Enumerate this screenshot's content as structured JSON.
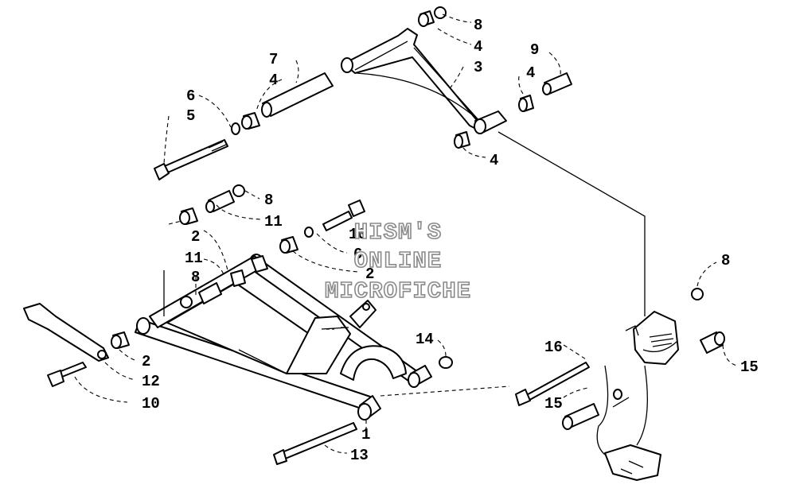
{
  "callouts": [
    {
      "label": "8"
    },
    {
      "label": "4"
    },
    {
      "label": "7"
    },
    {
      "label": "4"
    },
    {
      "label": "3"
    },
    {
      "label": "9"
    },
    {
      "label": "4"
    },
    {
      "label": "6"
    },
    {
      "label": "5"
    },
    {
      "label": "4"
    },
    {
      "label": "8"
    },
    {
      "label": "11"
    },
    {
      "label": "2"
    },
    {
      "label": "10"
    },
    {
      "label": "6"
    },
    {
      "label": "2"
    },
    {
      "label": "11"
    },
    {
      "label": "8"
    },
    {
      "label": "8"
    },
    {
      "label": "14"
    },
    {
      "label": "16"
    },
    {
      "label": "15"
    },
    {
      "label": "2"
    },
    {
      "label": "12"
    },
    {
      "label": "10"
    },
    {
      "label": "15"
    },
    {
      "label": "1"
    },
    {
      "label": "13"
    }
  ],
  "watermark": {
    "line1": "HISM'S",
    "line2": "ONLINE",
    "line3": "MICROFICHE"
  }
}
